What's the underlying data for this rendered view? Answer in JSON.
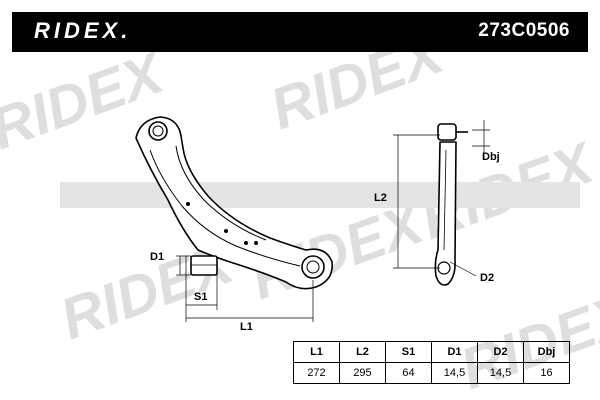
{
  "header": {
    "brand": "RIDEX.",
    "part_number": "273C0506"
  },
  "watermark": {
    "text": "RIDEX",
    "color": "#dedede"
  },
  "drawing": {
    "labels": {
      "d1": "D1",
      "s1": "S1",
      "l1": "L1",
      "l2": "L2",
      "dbj": "Dbj",
      "d2": "D2"
    }
  },
  "specs": {
    "headers": [
      "L1",
      "L2",
      "S1",
      "D1",
      "D2",
      "Dbj"
    ],
    "values": [
      "272",
      "295",
      "64",
      "14,5",
      "14,5",
      "16"
    ]
  }
}
